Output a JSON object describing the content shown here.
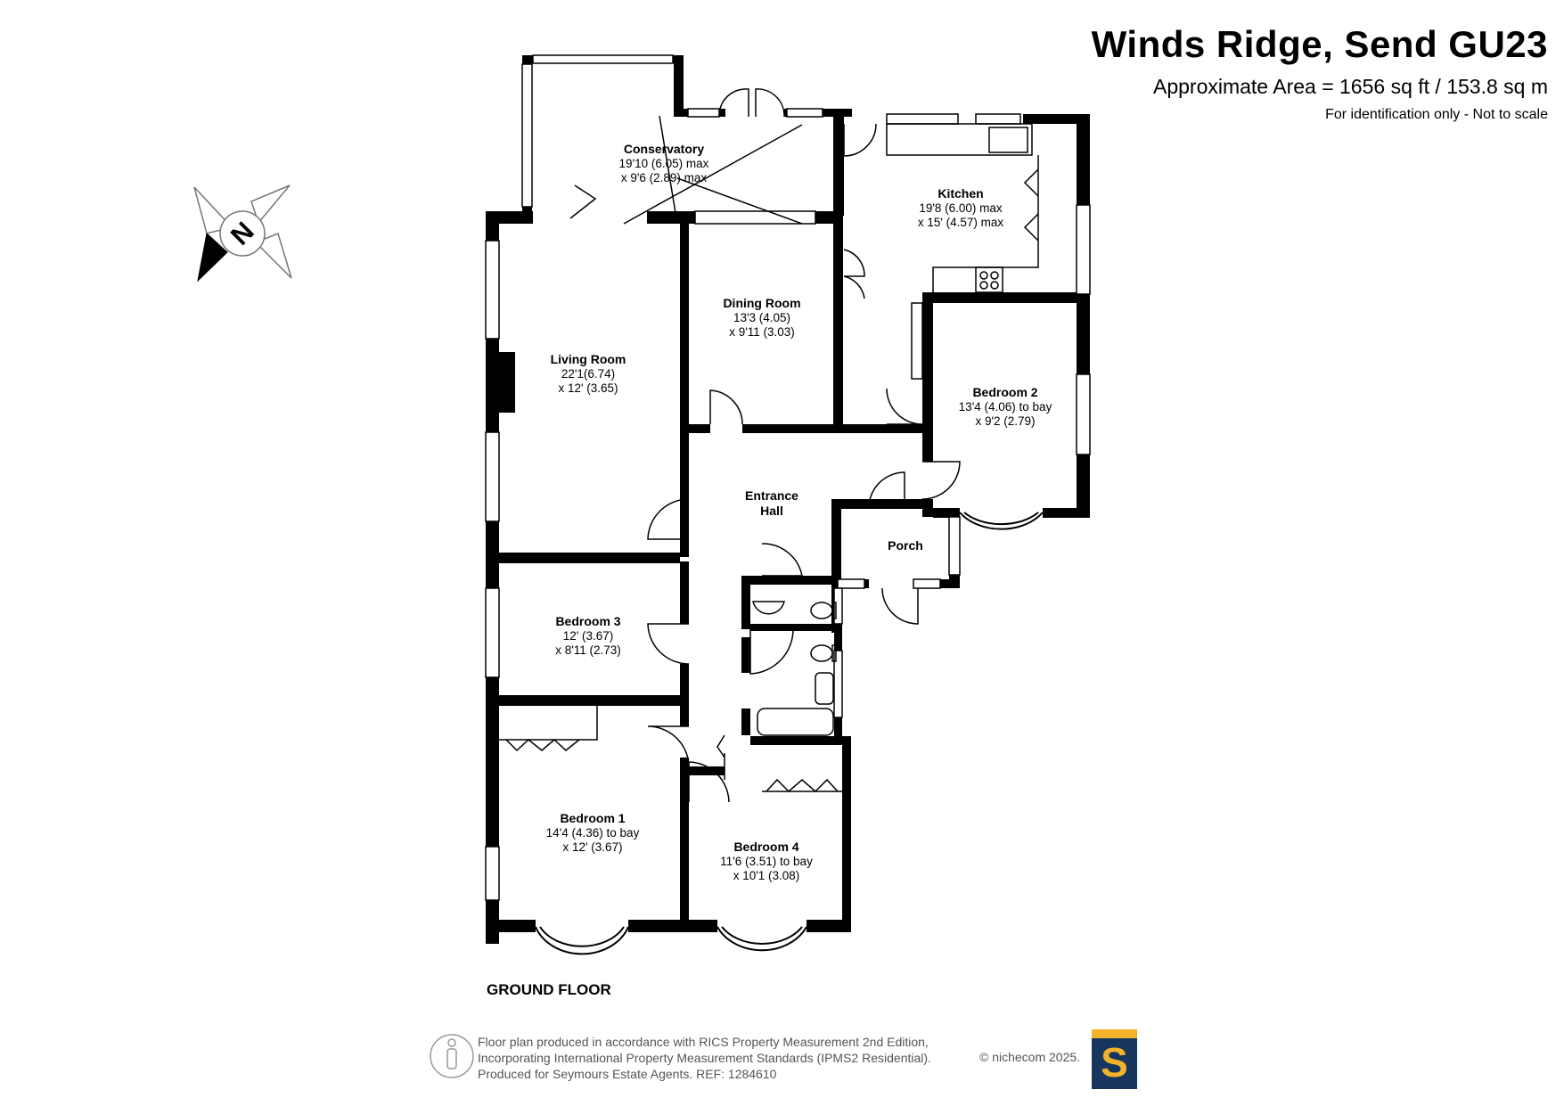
{
  "header": {
    "title": "Winds Ridge, Send GU23",
    "area": "Approximate Area = 1656 sq ft / 153.8 sq m",
    "note": "For identification only - Not to scale"
  },
  "compass": {
    "label": "N",
    "icon": "compass-north-icon"
  },
  "floor_label": "GROUND FLOOR",
  "rooms": {
    "conservatory": {
      "name": "Conservatory",
      "dim1": "19'10 (6.05) max",
      "dim2": "x 9'6 (2.89) max"
    },
    "kitchen": {
      "name": "Kitchen",
      "dim1": "19'8 (6.00) max",
      "dim2": "x 15' (4.57) max"
    },
    "dining": {
      "name": "Dining Room",
      "dim1": "13'3 (4.05)",
      "dim2": "x 9'11 (3.03)"
    },
    "living": {
      "name": "Living Room",
      "dim1": "22'1(6.74)",
      "dim2": "x 12' (3.65)"
    },
    "bedroom2": {
      "name": "Bedroom 2",
      "dim1": "13'4 (4.06) to bay",
      "dim2": "x 9'2 (2.79)"
    },
    "hall": {
      "name1": "Entrance",
      "name2": "Hall"
    },
    "porch": {
      "name": "Porch"
    },
    "bedroom3": {
      "name": "Bedroom 3",
      "dim1": "12' (3.67)",
      "dim2": "x 8'11 (2.73)"
    },
    "bedroom1": {
      "name": "Bedroom 1",
      "dim1": "14'4 (4.36) to bay",
      "dim2": "x 12' (3.67)"
    },
    "bedroom4": {
      "name": "Bedroom 4",
      "dim1": "11'6 (3.51) to bay",
      "dim2": "x 10'1 (3.08)"
    }
  },
  "footer": {
    "line1": "Floor plan produced in accordance with RICS Property Measurement 2nd Edition,",
    "line2": "Incorporating International Property Measurement Standards (IPMS2 Residential).",
    "line3": "Produced for Seymours Estate Agents.   REF: 1284610",
    "copyright": "© nichecom 2025.",
    "logo_letter": "S",
    "logo_colors": {
      "navy": "#17365d",
      "gold": "#f3b229"
    }
  }
}
